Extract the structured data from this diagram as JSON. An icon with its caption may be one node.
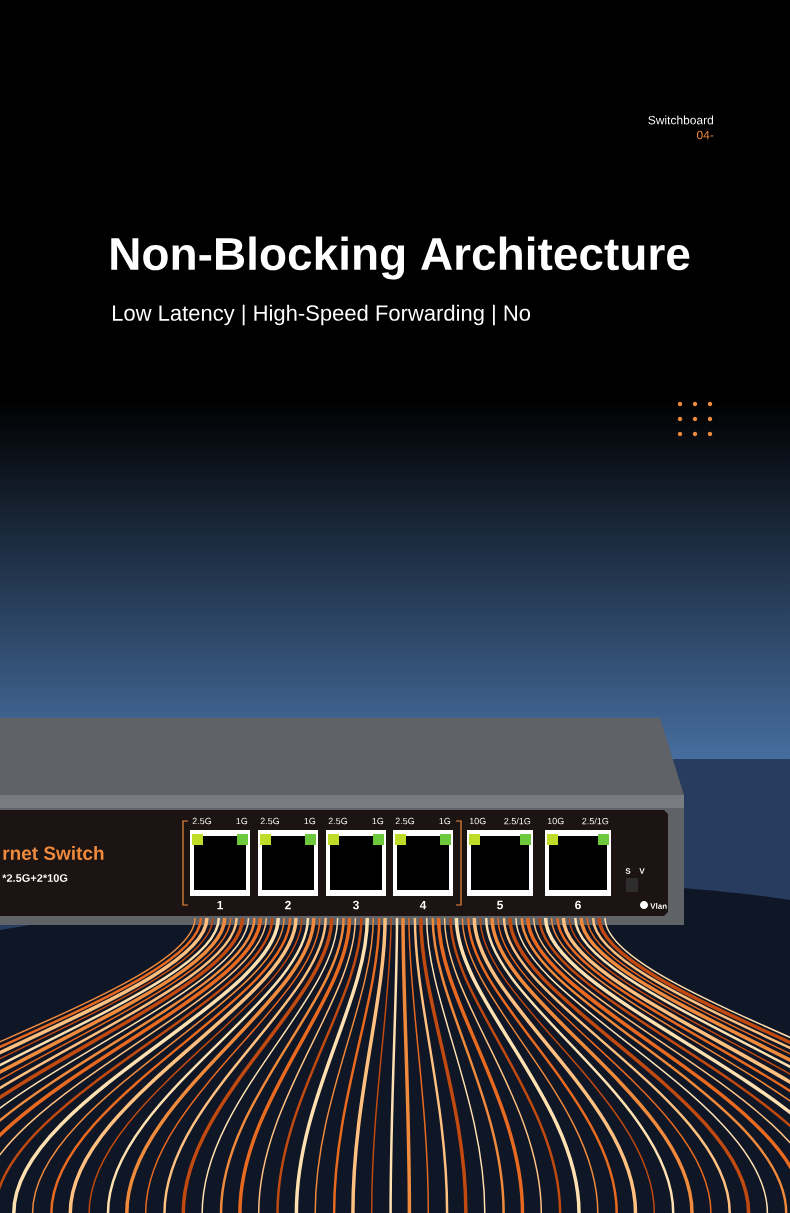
{
  "diagram": {
    "title": "Non-Blocking Architecture",
    "labels": [
      "Switchboard",
      "04-",
      "Low Latency | High-Speed Forwarding | No",
      "rnet Switch",
      "*2.5G+2*10G",
      "2.5G",
      "1G",
      "2.5G",
      "1G",
      "2.5G",
      "1G",
      "2.5G",
      "1G",
      "10G",
      "2.5/1G",
      "10G",
      "2.5/1G",
      "1",
      "2",
      "3",
      "4",
      "5",
      "6",
      "S",
      "V",
      "Vlan"
    ]
  }
}
